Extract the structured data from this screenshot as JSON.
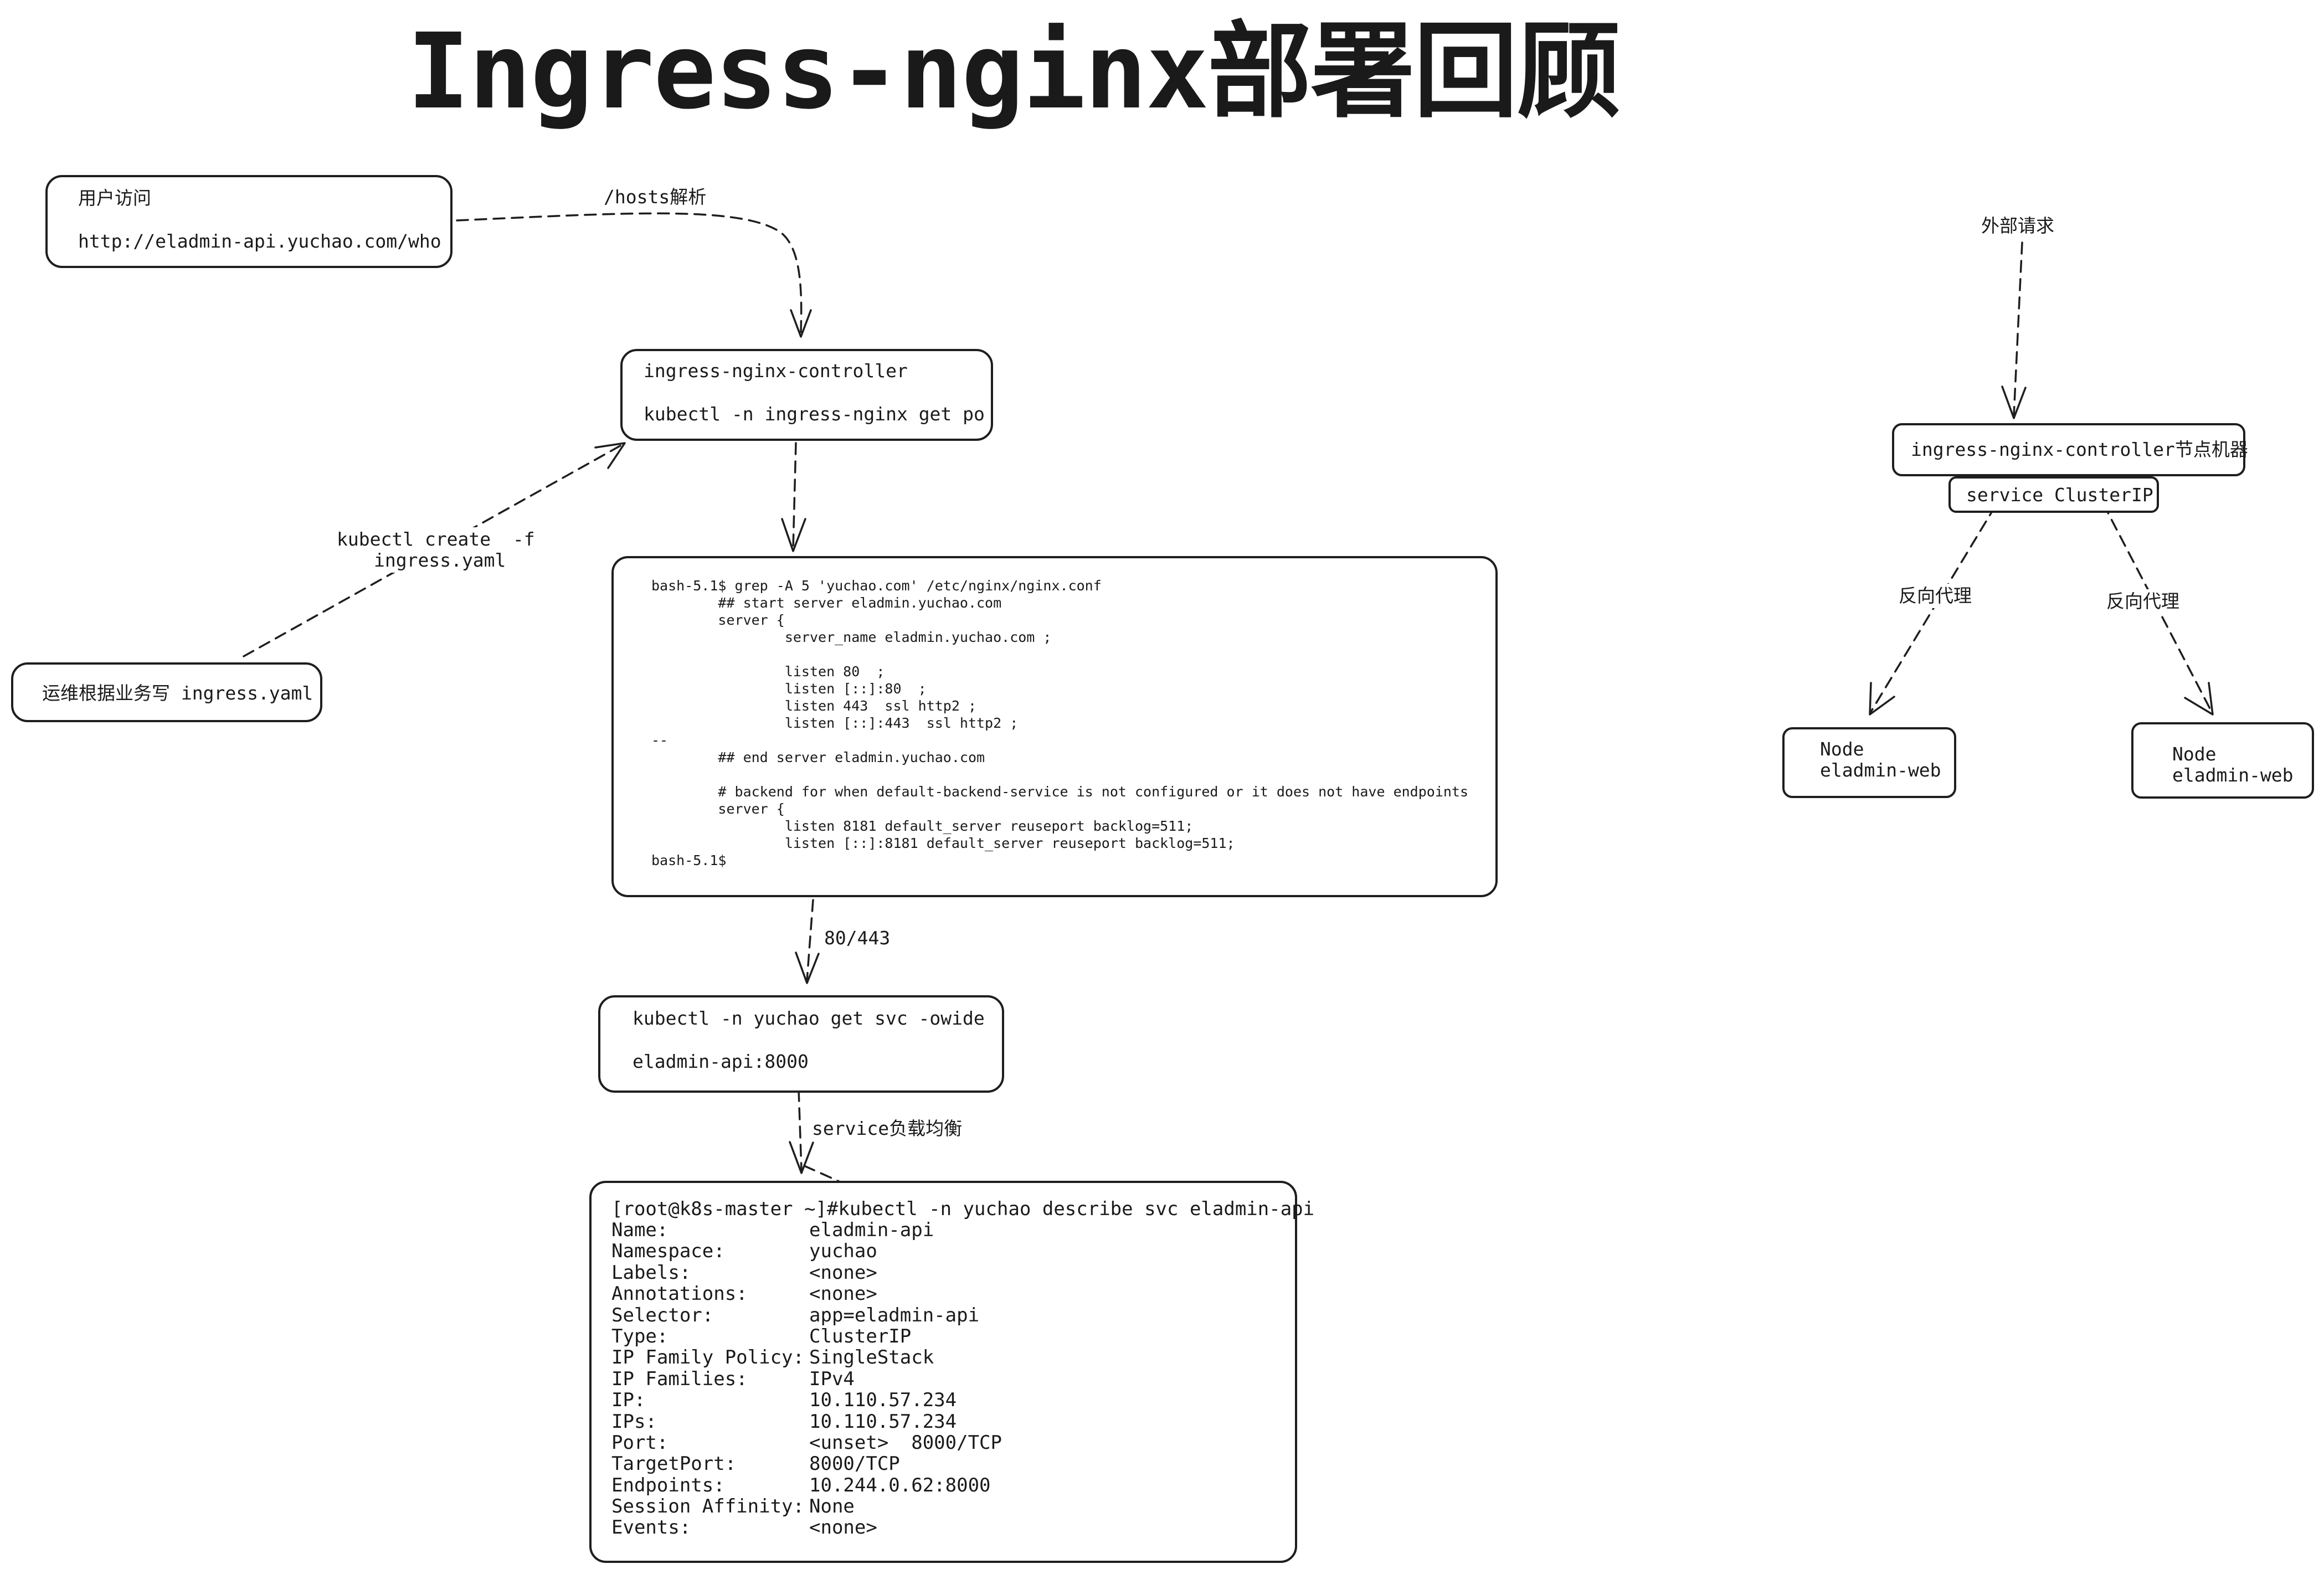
{
  "title": "Ingress-nginx部署回顾",
  "user_box": {
    "line1": "用户访问",
    "line2": "http://eladmin-api.yuchao.com/who"
  },
  "hosts_label": "/hosts解析",
  "controller_box": {
    "line1": "ingress-nginx-controller",
    "line2": "kubectl -n ingress-nginx get po"
  },
  "kubectl_create_label": {
    "line1": "kubectl create  -f",
    "line2": "ingress.yaml"
  },
  "ops_box": {
    "text": "运维根据业务写 ingress.yaml"
  },
  "nginx_conf_lines": [
    "bash-5.1$ grep -A 5 'yuchao.com' /etc/nginx/nginx.conf",
    "        ## start server eladmin.yuchao.com",
    "        server {",
    "                server_name eladmin.yuchao.com ;",
    "",
    "                listen 80  ;",
    "                listen [::]:80  ;",
    "                listen 443  ssl http2 ;",
    "                listen [::]:443  ssl http2 ;",
    "--",
    "        ## end server eladmin.yuchao.com",
    "",
    "        # backend for when default-backend-service is not configured or it does not have endpoints",
    "        server {",
    "                listen 8181 default_server reuseport backlog=511;",
    "                listen [::]:8181 default_server reuseport backlog=511;",
    "bash-5.1$"
  ],
  "port_label": "80/443",
  "svc_box": {
    "line1": "kubectl -n yuchao get svc -owide",
    "line2": "eladmin-api:8000"
  },
  "lb_label": "service负载均衡",
  "describe": {
    "command": "[root@k8s-master ~]#kubectl -n yuchao describe svc eladmin-api",
    "rows": [
      {
        "key": "Name:",
        "value": "eladmin-api"
      },
      {
        "key": "Namespace:",
        "value": "yuchao"
      },
      {
        "key": "Labels:",
        "value": "<none>"
      },
      {
        "key": "Annotations:",
        "value": "<none>"
      },
      {
        "key": "Selector:",
        "value": "app=eladmin-api"
      },
      {
        "key": "Type:",
        "value": "ClusterIP"
      },
      {
        "key": "IP Family Policy:",
        "value": "SingleStack"
      },
      {
        "key": "IP Families:",
        "value": "IPv4"
      },
      {
        "key": "IP:",
        "value": "10.110.57.234"
      },
      {
        "key": "IPs:",
        "value": "10.110.57.234"
      },
      {
        "key": "Port:",
        "value": "<unset>  8000/TCP"
      },
      {
        "key": "TargetPort:",
        "value": "8000/TCP"
      },
      {
        "key": "Endpoints:",
        "value": "10.244.0.62:8000"
      },
      {
        "key": "Session Affinity:",
        "value": "None"
      },
      {
        "key": "Events:",
        "value": "<none>"
      }
    ]
  },
  "right": {
    "external_label": "外部请求",
    "node_machine": "ingress-nginx-controller节点机器",
    "cluster_ip": "service ClusterIP",
    "proxy_left": "反向代理",
    "proxy_right": "反向代理",
    "node_left": {
      "line1": "Node",
      "line2": "eladmin-web"
    },
    "node_right": {
      "line1": "Node",
      "line2": "eladmin-web"
    }
  },
  "colors": {
    "stroke": "#1e1e1e",
    "background": "#ffffff"
  }
}
